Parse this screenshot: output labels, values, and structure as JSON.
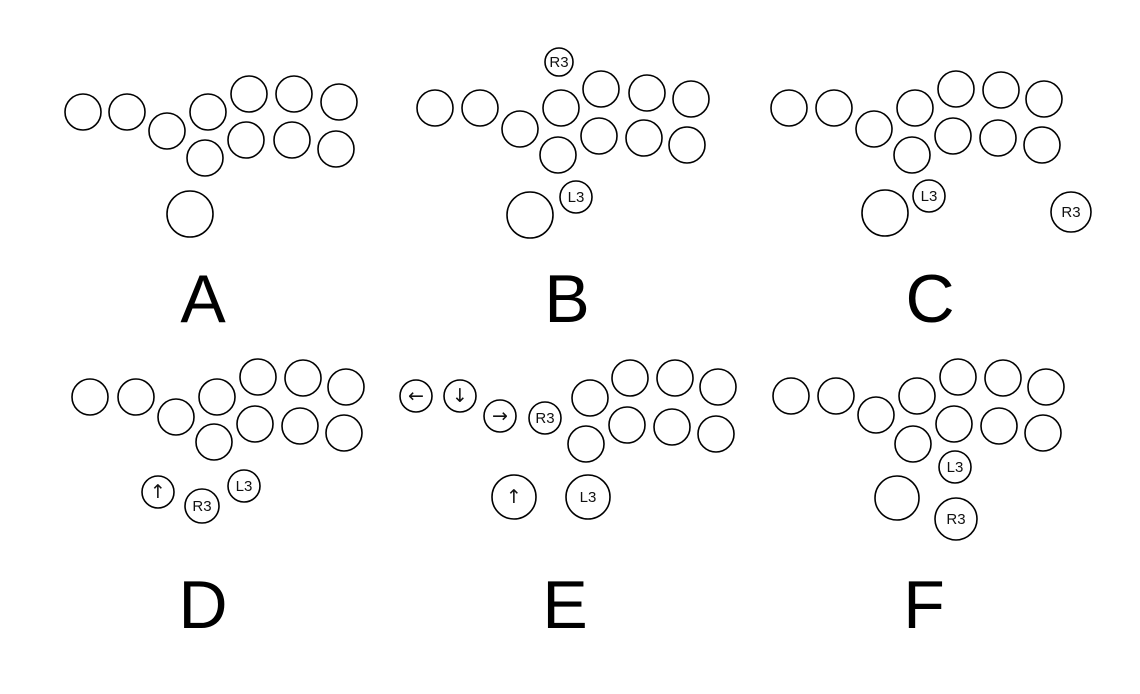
{
  "panels": [
    {
      "id": "A",
      "letter": "A",
      "labels": {}
    },
    {
      "id": "B",
      "letter": "B",
      "labels": {
        "top": "R3",
        "l3": "L3"
      }
    },
    {
      "id": "C",
      "letter": "C",
      "labels": {
        "l3": "L3",
        "r3": "R3"
      }
    },
    {
      "id": "D",
      "letter": "D",
      "labels": {
        "up": "↑",
        "r3": "R3",
        "l3": "L3"
      }
    },
    {
      "id": "E",
      "letter": "E",
      "labels": {
        "left": "←",
        "down": "↓",
        "right": "→",
        "r3": "R3",
        "up": "↑",
        "l3": "L3"
      }
    },
    {
      "id": "F",
      "letter": "F",
      "labels": {
        "l3": "L3",
        "r3": "R3"
      }
    }
  ]
}
